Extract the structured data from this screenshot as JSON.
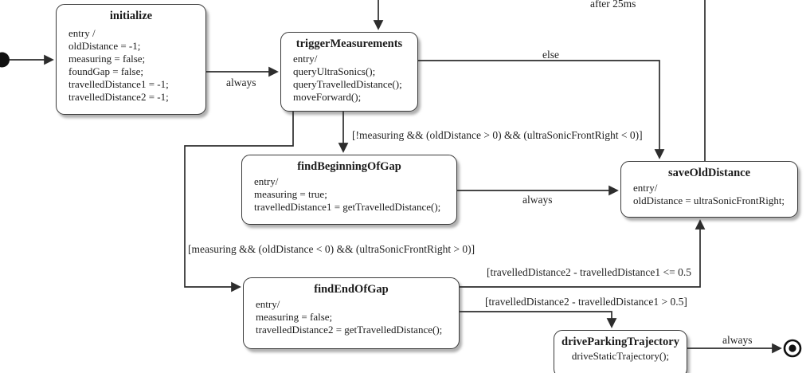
{
  "states": {
    "initialize": {
      "title": "initialize",
      "lines": [
        "entry /",
        "oldDistance = -1;",
        "measuring = false;",
        "foundGap = false;",
        "travelledDistance1 = -1;",
        "travelledDistance2 = -1;"
      ]
    },
    "triggerMeasurements": {
      "title": "triggerMeasurements",
      "lines": [
        "entry/",
        "queryUltraSonics();",
        "queryTravelledDistance();",
        "moveForward();"
      ]
    },
    "findBeginningOfGap": {
      "title": "findBeginningOfGap",
      "lines": [
        "entry/",
        "measuring = true;",
        "travelledDistance1 = getTravelledDistance();"
      ]
    },
    "saveOldDistance": {
      "title": "saveOldDistance",
      "lines": [
        "entry/",
        "oldDistance = ultraSonicFrontRight;"
      ]
    },
    "findEndOfGap": {
      "title": "findEndOfGap",
      "lines": [
        "entry/",
        "measuring = false;",
        "travelledDistance2 = getTravelledDistance();"
      ]
    },
    "driveParkingTrajectory": {
      "title": "driveParkingTrajectory",
      "lines": [
        "driveStaticTrajectory();"
      ]
    }
  },
  "transitions": {
    "always_init": "always",
    "always_begin": "always",
    "always_drive": "always",
    "else_label": "else",
    "after_25ms": "after 25ms",
    "guard_find_beginning": "[!measuring && (oldDistance > 0) && (ultraSonicFrontRight < 0)]",
    "guard_find_end": "[measuring && (oldDistance < 0) && (ultraSonicFrontRight > 0)]",
    "guard_le": "[travelledDistance2 - travelledDistance1 <= 0.5",
    "guard_gt": "[travelledDistance2 - travelledDistance1 > 0.5]"
  },
  "colors": {
    "wire": "#2d2d2d",
    "state_border": "#3a3a3a",
    "state_fill": "#ffffff",
    "text": "#1b1b1b"
  }
}
